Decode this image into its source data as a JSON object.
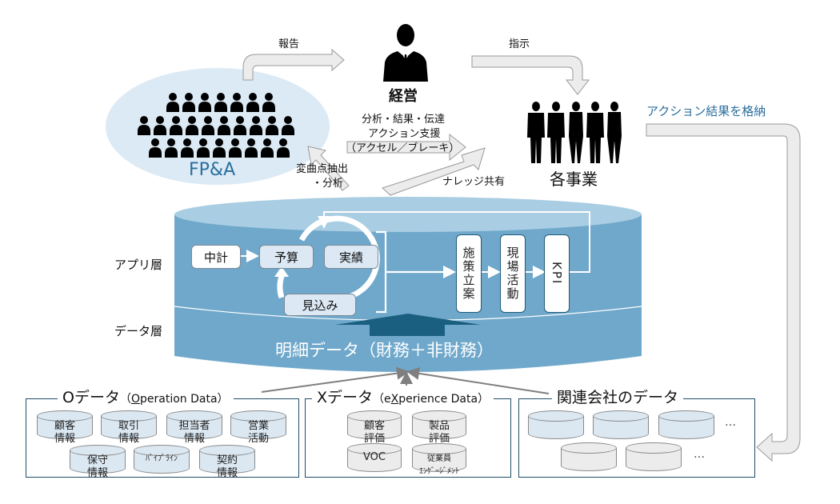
{
  "top": {
    "report_label": "報告",
    "instruct_label": "指示",
    "management_label": "経営",
    "management_desc_1": "分析・結果・伝達",
    "management_desc_2": "アクション支援",
    "management_desc_3": "（アクセル／ブレーキ）",
    "inflection_1": "変曲点抽出",
    "inflection_2": "・分析",
    "knowledge_label": "ナレッジ共有",
    "business_label": "各事業",
    "store_result_label": "アクション結果を格納"
  },
  "fpa": {
    "label": "FP&A",
    "people_rows": [
      7,
      10,
      9
    ]
  },
  "database": {
    "app_layer_label": "アプリ層",
    "data_layer_label": "データ層",
    "cycle": {
      "midterm": "中計",
      "budget": "予算",
      "actual": "実績",
      "forecast": "見込み"
    },
    "flow": [
      "施策立案",
      "現場活動",
      "KPI"
    ],
    "detail_data_label": "明細データ（財務＋非財務）"
  },
  "sources": {
    "o_data": {
      "title_main": "Oデータ",
      "title_sub_prefix": "（",
      "title_sub_underlined": "O",
      "title_sub_rest": "peration Data）",
      "items_row1": [
        "顧客\n情報",
        "取引\n情報",
        "担当者\n情報",
        "営業\n活動"
      ],
      "items_row2": [
        "保守\n情報",
        "ﾊﾟｲﾌﾟﾗｲﾝ",
        "契約\n情報"
      ]
    },
    "x_data": {
      "title_main": "Xデータ",
      "title_sub_prefix": "（e",
      "title_sub_underlined": "X",
      "title_sub_rest": "perience  Data）",
      "items": [
        "顧客\n評価",
        "製品\n評価",
        "VOC",
        "従業員\nｴﾝｹﾞｰｼﾞﾒﾝﾄ"
      ]
    },
    "affiliate_data": {
      "title": "関連会社のデータ",
      "ellipsis": "…"
    }
  },
  "colors": {
    "db_body": "#6fa8cb",
    "db_top": "#a9cde2",
    "db_arrow": "#1b5f80",
    "fpa_ellipse": "#dceaf5",
    "fpa_text": "#2a6f9e",
    "blue_label": "#2a6f9e",
    "cyl_blue": "#dbe8f2",
    "cyl_gray": "#ececec",
    "group_border": "#1e4d66"
  }
}
